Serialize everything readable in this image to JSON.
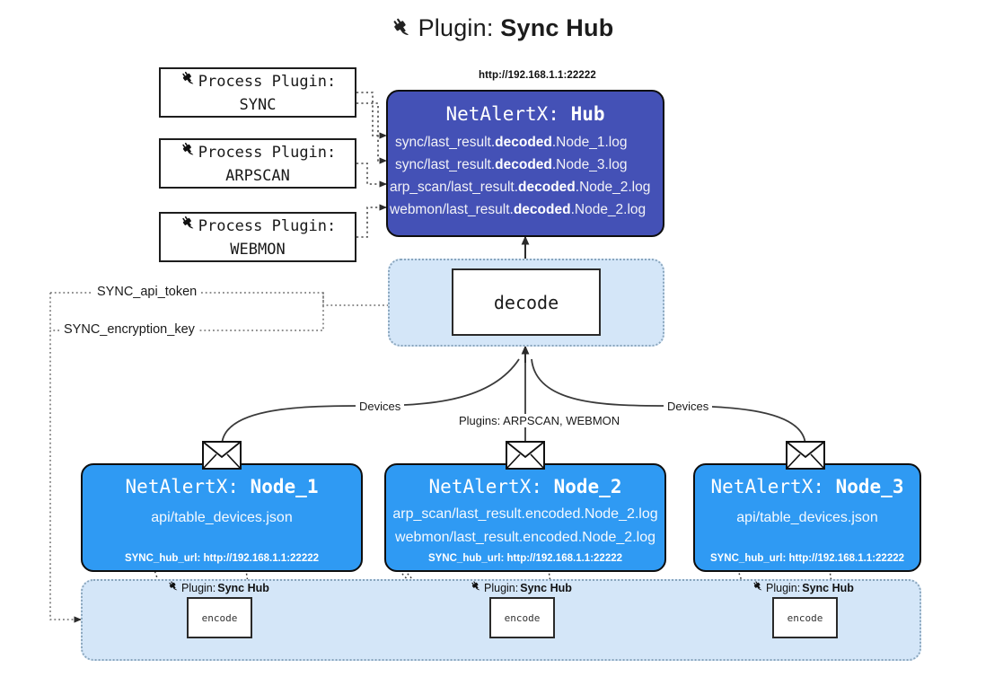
{
  "title": {
    "icon": "plug-icon",
    "prefix": "Plugin: ",
    "name": "Sync Hub"
  },
  "process_plugins": [
    {
      "icon": "plug-icon",
      "line1": "Process Plugin:",
      "line2": "SYNC"
    },
    {
      "icon": "plug-icon",
      "line1": "Process Plugin:",
      "line2": "ARPSCAN"
    },
    {
      "icon": "plug-icon",
      "line1": "Process Plugin:",
      "line2": "WEBMON"
    }
  ],
  "hub": {
    "url": "http://192.168.1.1:22222",
    "title_prefix": "NetAlertX: ",
    "title_name": "Hub",
    "logs": [
      {
        "pre": "sync/last_result.",
        "mid": "decoded",
        "post": ".Node_1.log"
      },
      {
        "pre": "sync/last_result.",
        "mid": "decoded",
        "post": ".Node_3.log"
      },
      {
        "pre": "arp_scan/last_result.",
        "mid": "decoded",
        "post": ".Node_2.log"
      },
      {
        "pre": "webmon/last_result.",
        "mid": "decoded",
        "post": ".Node_2.log"
      }
    ]
  },
  "decode": {
    "box_label": "decode"
  },
  "keys": [
    {
      "label": "SYNC_api_token"
    },
    {
      "label": "SYNC_encryption_key"
    }
  ],
  "edge_labels": {
    "devices_left": "Devices",
    "devices_right": "Devices",
    "plugins_center": "Plugins: ARPSCAN, WEBMON"
  },
  "nodes": [
    {
      "title_prefix": "NetAlertX: ",
      "title_name": "Node_1",
      "lines": [
        "api/table_devices.json"
      ],
      "url_label": "SYNC_hub_url: ",
      "url_value": "http://192.168.1.1:22222",
      "envelope_icon": "envelope-icon"
    },
    {
      "title_prefix": "NetAlertX: ",
      "title_name": "Node_2",
      "lines": [
        "arp_scan/last_result.encoded.Node_2.log",
        "webmon/last_result.encoded.Node_2.log"
      ],
      "url_label": "SYNC_hub_url: ",
      "url_value": "http://192.168.1.1:22222",
      "envelope_icon": "envelope-icon"
    },
    {
      "title_prefix": "NetAlertX: ",
      "title_name": "Node_3",
      "lines": [
        "api/table_devices.json"
      ],
      "url_label": "SYNC_hub_url: ",
      "url_value": "http://192.168.1.1:22222",
      "envelope_icon": "envelope-icon"
    }
  ],
  "encode_band": {
    "items": [
      {
        "icon": "plug-icon",
        "tag_prefix": "Plugin: ",
        "tag_name": "Sync Hub",
        "box_label": "encode"
      },
      {
        "icon": "plug-icon",
        "tag_prefix": "Plugin: ",
        "tag_name": "Sync Hub",
        "box_label": "encode"
      },
      {
        "icon": "plug-icon",
        "tag_prefix": "Plugin: ",
        "tag_name": "Sync Hub",
        "box_label": "encode"
      }
    ]
  },
  "colors": {
    "hub_fill": "#4451b6",
    "node_fill": "#2f9af3",
    "band_fill": "#d4e6f8",
    "band_border": "#8aa6bd",
    "stroke": "#1d1d1d",
    "page_bg": "#ffffff"
  }
}
